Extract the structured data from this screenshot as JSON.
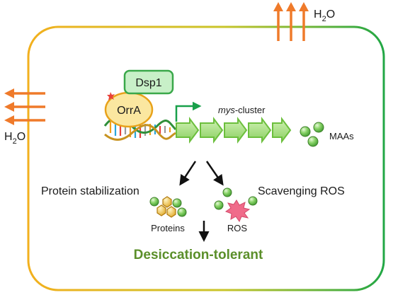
{
  "labels": {
    "water_top": "H",
    "water_top_sub": "2",
    "water_top_end": "O",
    "water_left": "H",
    "water_left_sub": "2",
    "water_left_end": "O",
    "dsp1": "Dsp1",
    "orra": "OrrA",
    "mys_italic": "mys",
    "mys_rest": "-cluster",
    "maas": "MAAs",
    "protein_stabilization": "Protein stabilization",
    "scavenging_ros": "Scavenging ROS",
    "proteins": "Proteins",
    "ros": "ROS",
    "outcome": "Desiccation-tolerant"
  },
  "colors": {
    "cell_left": "#f2b01e",
    "cell_right": "#22a745",
    "water_arrow": "#ef7a2a",
    "dsp1_fill": "#c8f0c8",
    "dsp1_stroke": "#3aa84a",
    "orra_fill": "#fbe7a0",
    "orra_stroke": "#e8a21a",
    "gene_fill": "#a6df80",
    "gene_stroke": "#6cbf3d",
    "promoter_arrow": "#18a04a",
    "maa_sphere": "#5fbe4a",
    "protein_hex": "#f2c440",
    "ros_burst": "#f06b8a",
    "outcome_text": "#5b8f2a"
  },
  "icons": [
    "water-efflux-arrows",
    "dna-helix",
    "gene-arrow",
    "maa-sphere",
    "protein-hexagon",
    "ros-burst",
    "phosphate-star"
  ]
}
